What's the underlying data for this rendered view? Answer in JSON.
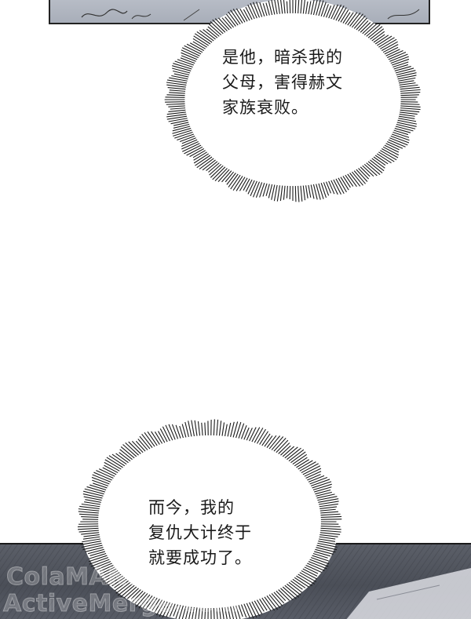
{
  "bubble_top": {
    "lines": [
      "是他，暗杀我的",
      "父母，害得赫文",
      "家族衰败。"
    ]
  },
  "bubble_bottom": {
    "lines": [
      "而今，我的",
      "复仇大计终于",
      "就要成功了。"
    ]
  },
  "watermark": {
    "line1_prefix": "ColaMANHUA.com",
    "line1_accent": "",
    "line2": "ActiveMerge.com"
  },
  "colors": {
    "top_panel": "#b0b5bf",
    "bottom_panel": "#50545d",
    "burst_stroke": "#1a1a1a"
  }
}
